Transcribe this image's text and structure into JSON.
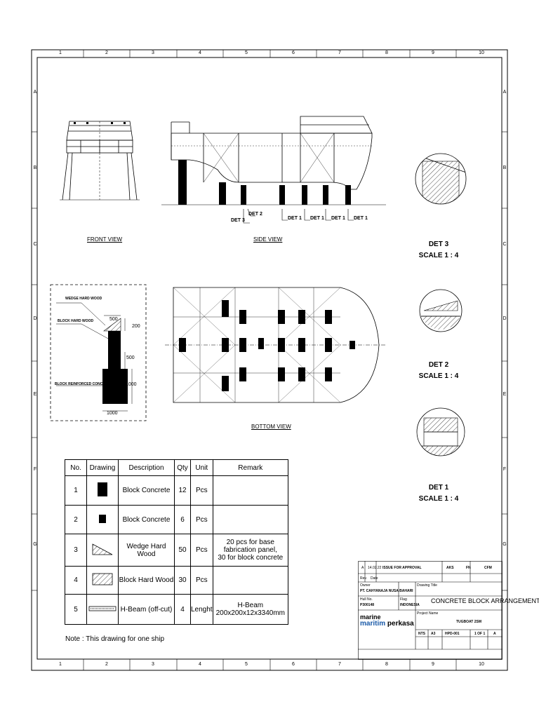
{
  "ruler": {
    "columns": [
      "1",
      "2",
      "3",
      "4",
      "5",
      "6",
      "7",
      "8",
      "9",
      "10"
    ],
    "rows": [
      "A",
      "B",
      "C",
      "D",
      "E",
      "F",
      "G"
    ]
  },
  "views": {
    "front": "FRONT VIEW",
    "side": "SIDE VIEW",
    "bottom": "BOTTOM VIEW"
  },
  "side_callouts": [
    "DET 3",
    "DET 2",
    "DET 1",
    "DET 1",
    "DET 1",
    "DET 1"
  ],
  "details": [
    {
      "name": "DET 3",
      "scale": "SCALE 1 : 4"
    },
    {
      "name": "DET 2",
      "scale": "SCALE 1 : 4"
    },
    {
      "name": "DET 1",
      "scale": "SCALE 1 : 4"
    }
  ],
  "block_detail": {
    "wedge_label": "WEDGE HARD WOOD",
    "block_label": "BLOCK HARD WOOD",
    "concrete_label": "BLOCK REINFORCED CONCRETE",
    "dims": [
      "500",
      "200",
      "500",
      "1000",
      "1000"
    ]
  },
  "table": {
    "headers": [
      "No.",
      "Drawing",
      "Description",
      "Qty",
      "Unit",
      "Remark"
    ],
    "rows": [
      {
        "no": "1",
        "description": "Block Concrete",
        "qty": "12",
        "unit": "Pcs",
        "remark": "",
        "icon": "large-block"
      },
      {
        "no": "2",
        "description": "Block Concrete",
        "qty": "6",
        "unit": "Pcs",
        "remark": "",
        "icon": "small-block"
      },
      {
        "no": "3",
        "description": "Wedge Hard Wood",
        "qty": "50",
        "unit": "Pcs",
        "remark_lines": [
          "20 pcs for base fabrication panel,",
          "30 for block concrete"
        ],
        "icon": "wedge"
      },
      {
        "no": "4",
        "description": "Block Hard Wood",
        "qty": "30",
        "unit": "Pcs",
        "remark": "",
        "icon": "hatched-block"
      },
      {
        "no": "5",
        "description": "H-Beam (off-cut)",
        "qty": "4",
        "unit": "Lenght",
        "remark": "H-Beam 200x200x12x3340mm",
        "icon": "h-beam"
      }
    ]
  },
  "note": "Note : This drawing for one ship",
  "title_block": {
    "rev": "A",
    "date": "14.02.22",
    "issue": "ISSUE FOR APPROVAL",
    "sig1": "AKS",
    "sig2": "FN",
    "sig3": "CFM",
    "col_rev": "Rev.",
    "col_date": "Date",
    "owner_label": "Owner",
    "owner": "PT. CAHYANAJA NUSA BAHARI",
    "hull_label": "Hull No.",
    "hull": "P300148",
    "flag_label": "Flag",
    "flag": "INDONESIA",
    "drawing_title_label": "Drawing Title",
    "drawing_title": "CONCRETE BLOCK ARRANGEMENT",
    "project_label": "Project Name",
    "project": "TUGBOAT 2SM",
    "company_a": "marine",
    "company_b": "maritim",
    "company_c": "perkasa",
    "nts": "NTS",
    "size": "A3",
    "drawing_no": "HPD-001",
    "sheet": "1 OF 1",
    "revision": "A"
  }
}
